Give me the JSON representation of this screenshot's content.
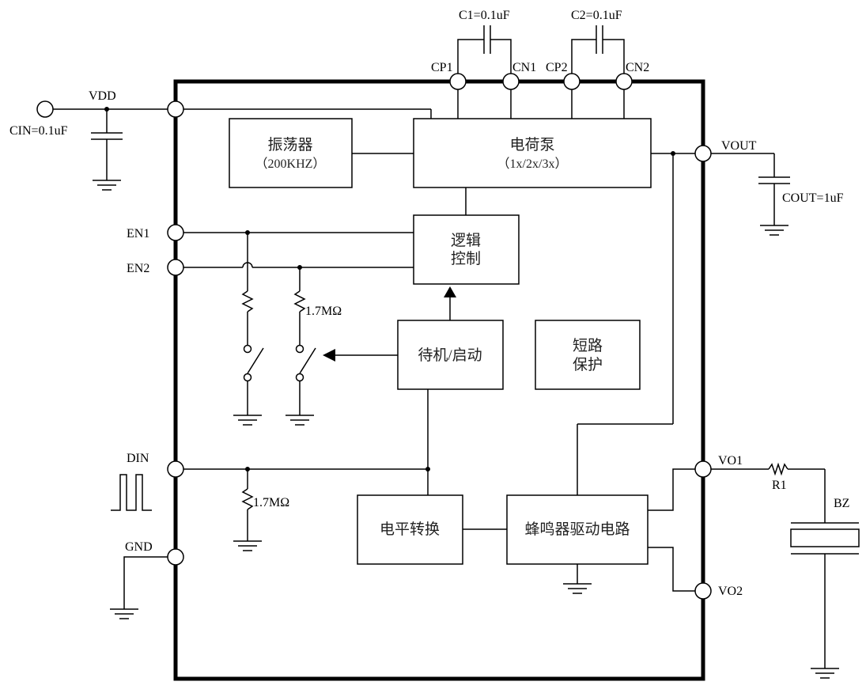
{
  "pins": {
    "vdd": "VDD",
    "en1": "EN1",
    "en2": "EN2",
    "din": "DIN",
    "gnd": "GND",
    "vout": "VOUT",
    "vo1": "VO1",
    "vo2": "VO2",
    "cp1": "CP1",
    "cn1": "CN1",
    "cp2": "CP2",
    "cn2": "CN2"
  },
  "components": {
    "cin": "CIN=0.1uF",
    "c1": "C1=0.1uF",
    "c2": "C2=0.1uF",
    "cout": "COUT=1uF",
    "r_en2": "1.7MΩ",
    "r_din": "1.7MΩ",
    "r1": "R1",
    "bz": "BZ"
  },
  "blocks": {
    "oscillator": {
      "line1": "振荡器",
      "line2": "（200KHZ）"
    },
    "charge_pump": {
      "line1": "电荷泵",
      "line2": "（1x/2x/3x）"
    },
    "logic": {
      "line1": "逻辑",
      "line2": "控制"
    },
    "standby": {
      "line1": "待机/启动"
    },
    "short_protect": {
      "line1": "短路",
      "line2": "保护"
    },
    "level_shift": {
      "line1": "电平转换"
    },
    "buzzer_driver": {
      "line1": "蜂鸣器驱动电路"
    }
  },
  "colors": {
    "line": "#000000",
    "block_text": "#222222"
  }
}
